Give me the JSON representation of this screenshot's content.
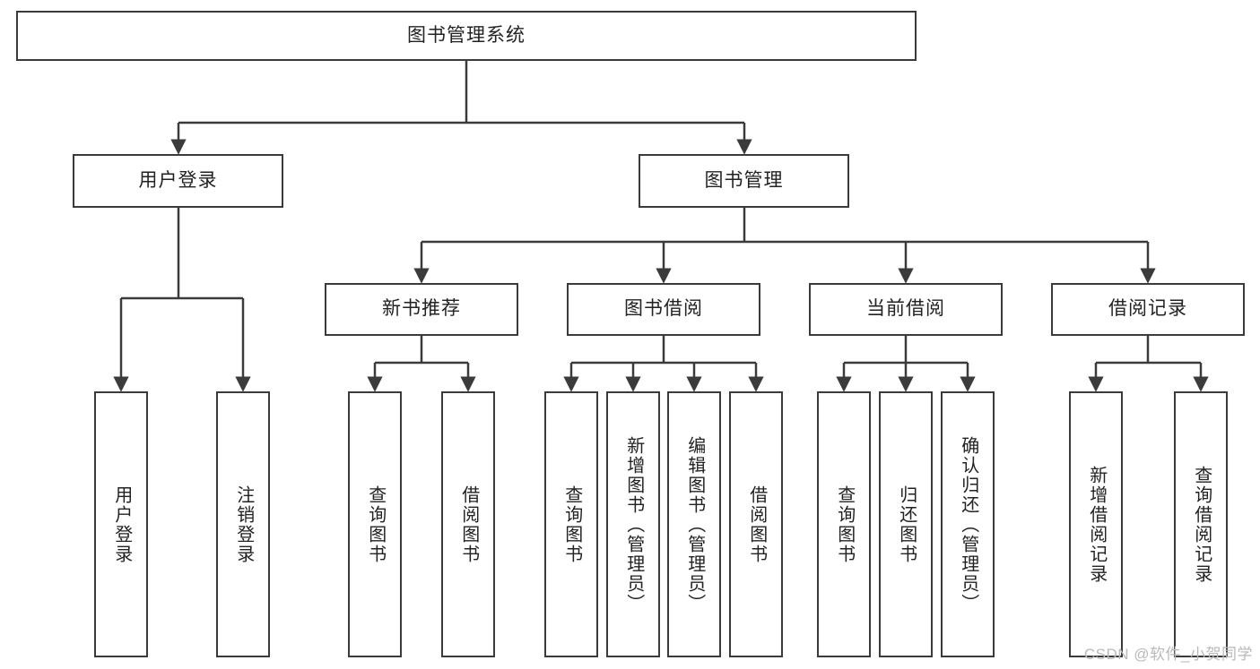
{
  "diagram": {
    "title": "图书管理系统",
    "type": "tree-hierarchy-diagram",
    "colors": {
      "box_border": "#3b3b3b",
      "box_fill": "#ffffff",
      "connector": "#3b3b3b",
      "text": "#222222",
      "watermark": "#b9b9b9",
      "background": "#ffffff"
    },
    "root": {
      "id": "root",
      "label": "图书管理系统",
      "orientation": "horizontal"
    },
    "level2": [
      {
        "id": "user-login",
        "label": "用户登录",
        "orientation": "horizontal"
      },
      {
        "id": "book-manage",
        "label": "图书管理",
        "orientation": "horizontal"
      }
    ],
    "level3": [
      {
        "id": "new-book-recommend",
        "label": "新书推荐",
        "orientation": "horizontal",
        "parent": "book-manage"
      },
      {
        "id": "book-borrow",
        "label": "图书借阅",
        "orientation": "horizontal",
        "parent": "book-manage"
      },
      {
        "id": "current-borrow",
        "label": "当前借阅",
        "orientation": "horizontal",
        "parent": "book-manage"
      },
      {
        "id": "borrow-record",
        "label": "借阅记录",
        "orientation": "horizontal",
        "parent": "book-manage"
      }
    ],
    "leaves": [
      {
        "id": "leaf-user-login",
        "label": "用户登录",
        "orientation": "vertical",
        "parent": "user-login"
      },
      {
        "id": "leaf-logout-login",
        "label": "注销登录",
        "orientation": "vertical",
        "parent": "user-login"
      },
      {
        "id": "leaf-query-book-1",
        "label": "查询图书",
        "orientation": "vertical",
        "parent": "new-book-recommend"
      },
      {
        "id": "leaf-borrow-book-1",
        "label": "借阅图书",
        "orientation": "vertical",
        "parent": "new-book-recommend"
      },
      {
        "id": "leaf-query-book-2",
        "label": "查询图书",
        "orientation": "vertical",
        "parent": "book-borrow"
      },
      {
        "id": "leaf-add-book",
        "label": "新增图书（管理员）",
        "orientation": "vertical",
        "parent": "book-borrow"
      },
      {
        "id": "leaf-edit-book",
        "label": "编辑图书（管理员）",
        "orientation": "vertical",
        "parent": "book-borrow"
      },
      {
        "id": "leaf-borrow-book-2",
        "label": "借阅图书",
        "orientation": "vertical",
        "parent": "book-borrow"
      },
      {
        "id": "leaf-query-book-3",
        "label": "查询图书",
        "orientation": "vertical",
        "parent": "current-borrow"
      },
      {
        "id": "leaf-return-book",
        "label": "归还图书",
        "orientation": "vertical",
        "parent": "current-borrow"
      },
      {
        "id": "leaf-confirm-return",
        "label": "确认归还（管理员）",
        "orientation": "vertical",
        "parent": "current-borrow"
      },
      {
        "id": "leaf-add-record",
        "label": "新增借阅记录",
        "orientation": "vertical",
        "parent": "borrow-record"
      },
      {
        "id": "leaf-query-record",
        "label": "查询借阅记录",
        "orientation": "vertical",
        "parent": "borrow-record"
      }
    ]
  },
  "watermark": {
    "text": "CSDN @软件_小贺同学"
  }
}
